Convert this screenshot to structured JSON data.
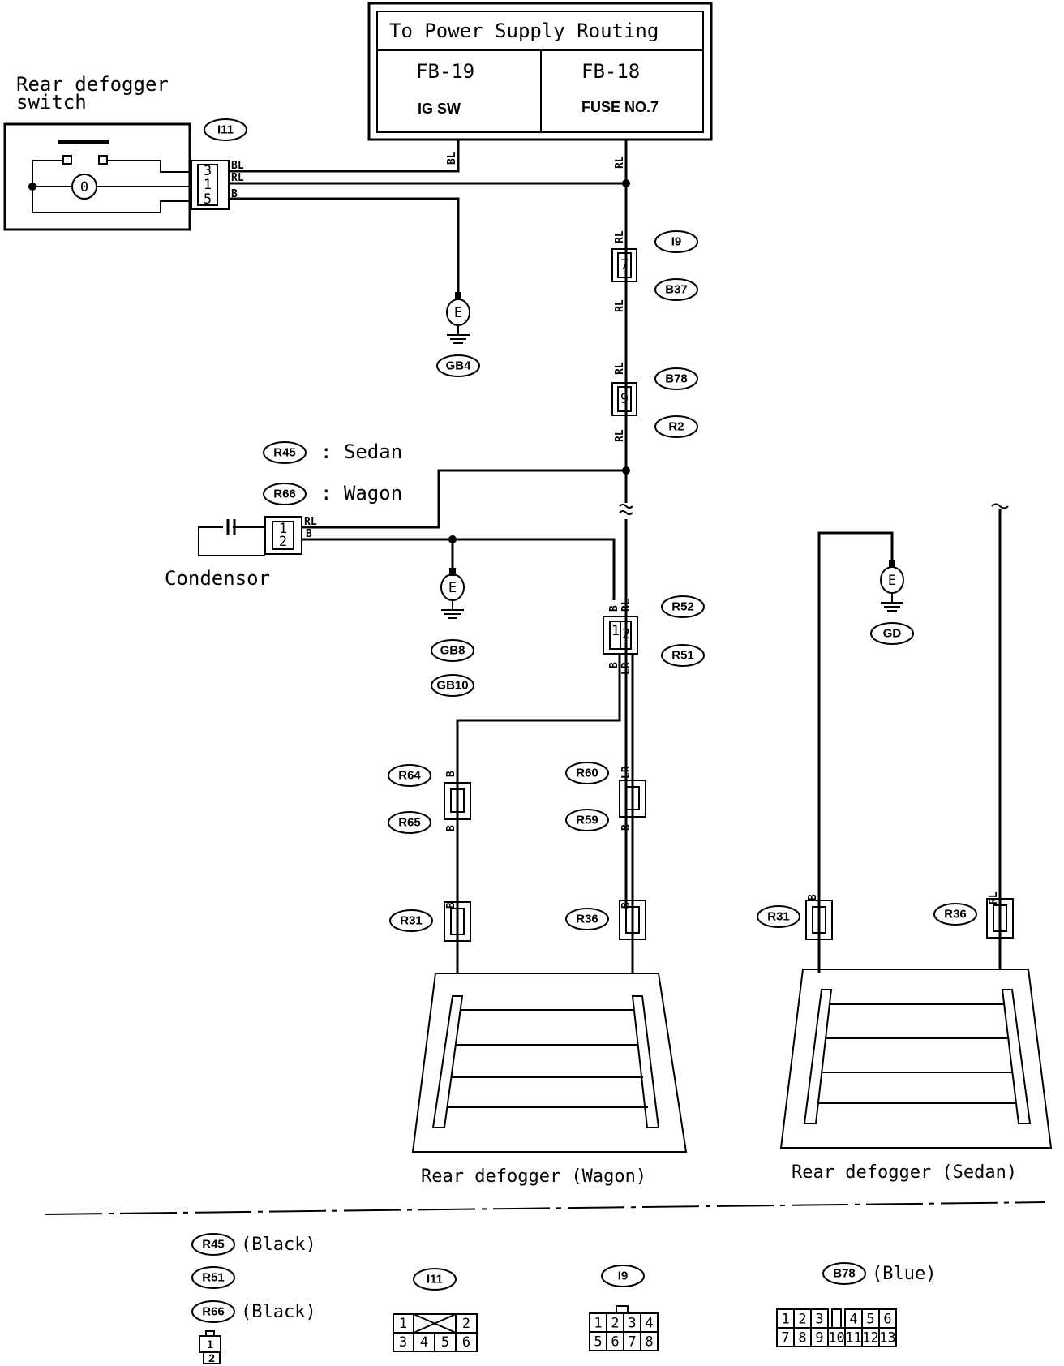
{
  "power_box": {
    "title": "To Power Supply Routing",
    "left": {
      "terminal": "FB-19",
      "label": "IG SW"
    },
    "right": {
      "terminal": "FB-18",
      "label": "FUSE NO.7"
    }
  },
  "switch": {
    "label_line1": "Rear defogger",
    "label_line2": "switch",
    "connector": "I11",
    "pins": [
      "3",
      "1",
      "5"
    ]
  },
  "condensor": {
    "label": "Condensor",
    "pins": [
      "1",
      "2"
    ]
  },
  "legend_top": {
    "r45": "R45",
    "r45_note": ": Sedan",
    "r66": "R66",
    "r66_note": ": Wagon"
  },
  "connectors": {
    "i9": "I9",
    "b37": "B37",
    "b78": "B78",
    "r2": "R2",
    "r52": "R52",
    "r51": "R51",
    "r64": "R64",
    "r65": "R65",
    "r60": "R60",
    "r59": "R59",
    "r31": "R31",
    "r36": "R36"
  },
  "grounds": {
    "gb4": "GB4",
    "gb8": "GB8",
    "gb10": "GB10",
    "gd": "GD",
    "e": "E"
  },
  "pin_numbers": {
    "i9_b37": "7",
    "b78_r2": "9",
    "r52_a": "1",
    "r52_b": "2"
  },
  "wires": {
    "BL": "BL",
    "RL": "RL",
    "B": "B",
    "LR": "LR"
  },
  "defoggers": {
    "wagon": "Rear defogger (Wagon)",
    "sedan": "Rear defogger (Sedan)"
  },
  "bottom_legend": {
    "r45": "R45",
    "r45_color": "(Black)",
    "r51": "R51",
    "r66": "R66",
    "r66_color": "(Black)",
    "i11": "I11",
    "i9": "I9",
    "b78": "B78",
    "b78_color": "(Blue)",
    "small_pins": [
      "1",
      "2"
    ],
    "i11_pins": [
      "1",
      "2",
      "3",
      "4",
      "5",
      "6"
    ],
    "i9_pins": [
      "1",
      "2",
      "3",
      "4",
      "5",
      "6",
      "7",
      "8"
    ],
    "b78_pins": [
      "1",
      "2",
      "3",
      "4",
      "5",
      "6",
      "7",
      "8",
      "9",
      "10",
      "11",
      "12",
      "13"
    ]
  }
}
